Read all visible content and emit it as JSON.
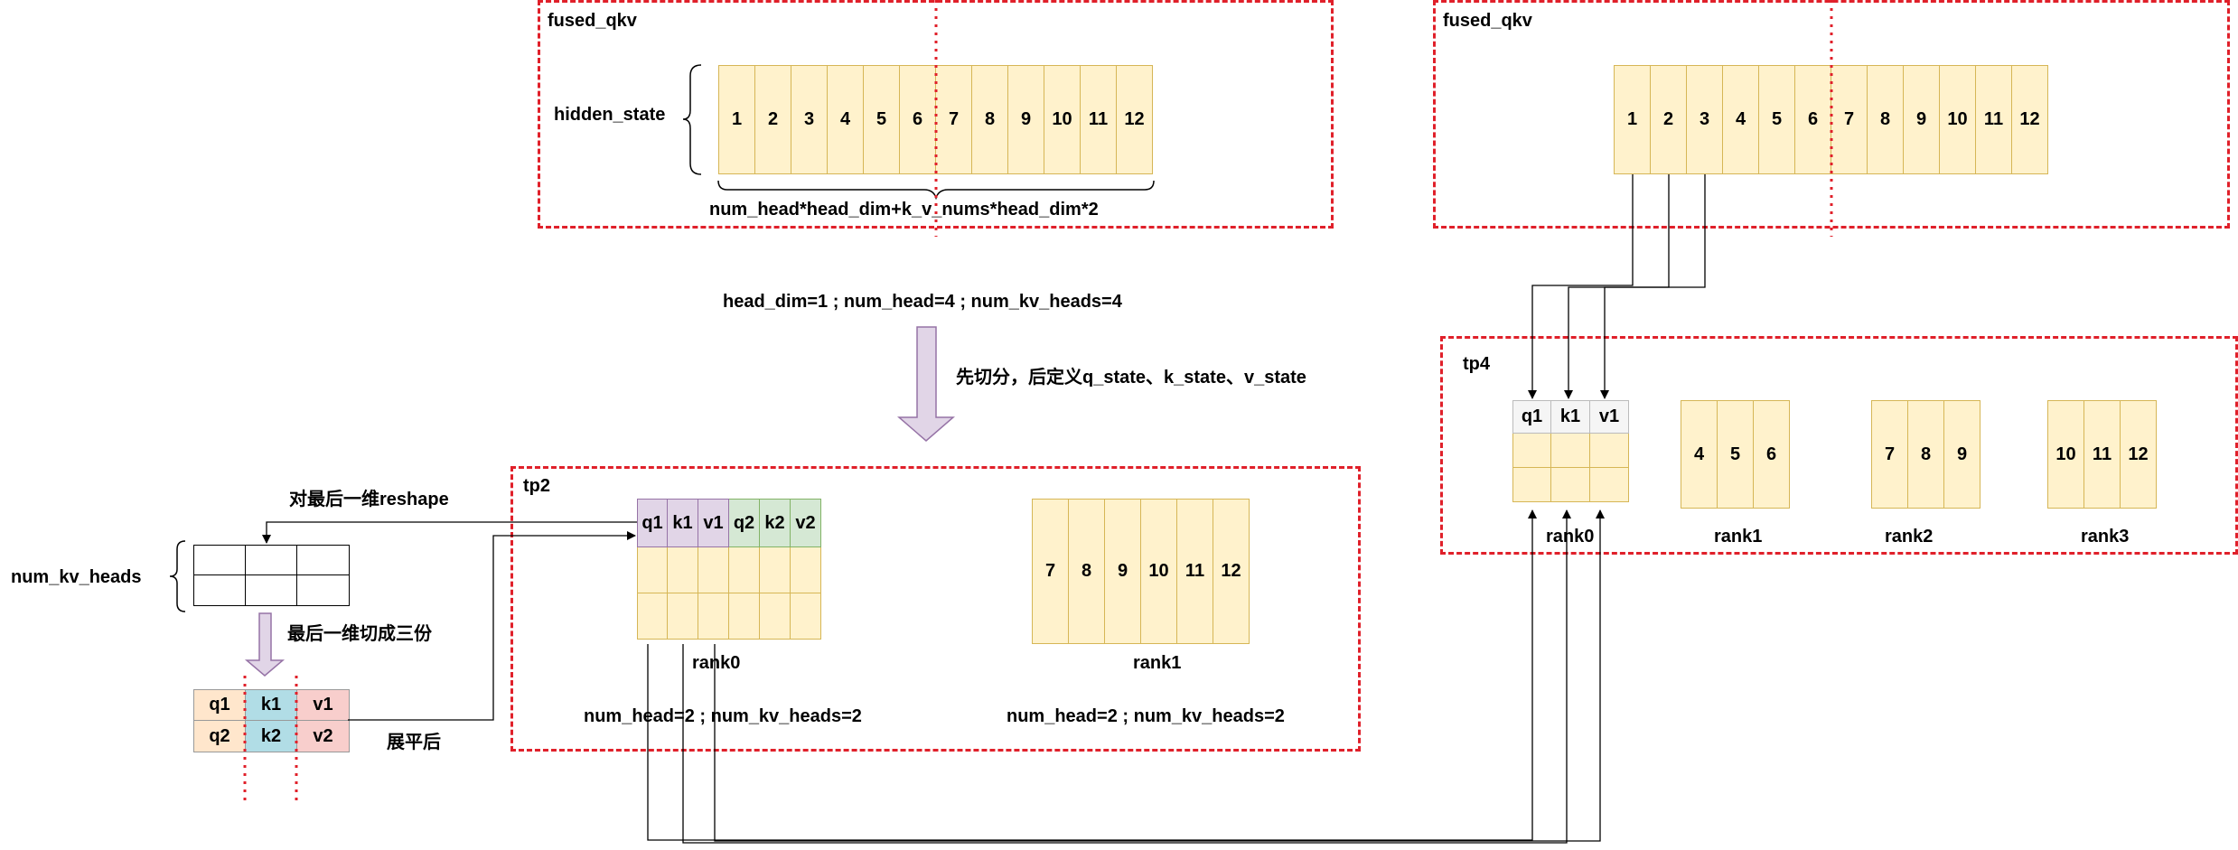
{
  "top_left": {
    "title": "fused_qkv",
    "hidden_label": "hidden_state",
    "cells": [
      "1",
      "2",
      "3",
      "4",
      "5",
      "6",
      "7",
      "8",
      "9",
      "10",
      "11",
      "12"
    ],
    "dim_label": "num_head*head_dim+k_v_nums*head_dim*2"
  },
  "params_label": "head_dim=1 ; num_head=4 ; num_kv_heads=4",
  "split_label": "先切分，后定义q_state、k_state、v_state",
  "left": {
    "reshape_label": "对最后一维reshape",
    "kv_heads_label": "num_kv_heads",
    "split3_label": "最后一维切成三份",
    "flatten_label": "展平后",
    "qkv": [
      "q1",
      "k1",
      "v1",
      "q2",
      "k2",
      "v2"
    ]
  },
  "tp2": {
    "title": "tp2",
    "rank0_header": [
      "q1",
      "k1",
      "v1",
      "q2",
      "k2",
      "v2"
    ],
    "rank1_cells": [
      "7",
      "8",
      "9",
      "10",
      "11",
      "12"
    ],
    "rank0_label": "rank0",
    "rank1_label": "rank1",
    "rank0_info": "num_head=2 ; num_kv_heads=2",
    "rank1_info": "num_head=2 ; num_kv_heads=2"
  },
  "top_right": {
    "title": "fused_qkv",
    "cells": [
      "1",
      "2",
      "3",
      "4",
      "5",
      "6",
      "7",
      "8",
      "9",
      "10",
      "11",
      "12"
    ]
  },
  "tp4": {
    "title": "tp4",
    "rank0_header": [
      "q1",
      "k1",
      "v1"
    ],
    "rank1_cells": [
      "4",
      "5",
      "6"
    ],
    "rank2_cells": [
      "7",
      "8",
      "9"
    ],
    "rank3_cells": [
      "10",
      "11",
      "12"
    ],
    "rank_labels": [
      "rank0",
      "rank1",
      "rank2",
      "rank3"
    ]
  },
  "colors": {
    "cell_fill": "#fff2cc",
    "cell_border": "#d6b656",
    "frame": "#e0202a",
    "purple": "#e1d5e7",
    "green": "#d5e8d4",
    "orange": "#ffe6cc",
    "cyan": "#b1dde6",
    "pink": "#f8cecc",
    "grey": "#f5f5f5"
  }
}
